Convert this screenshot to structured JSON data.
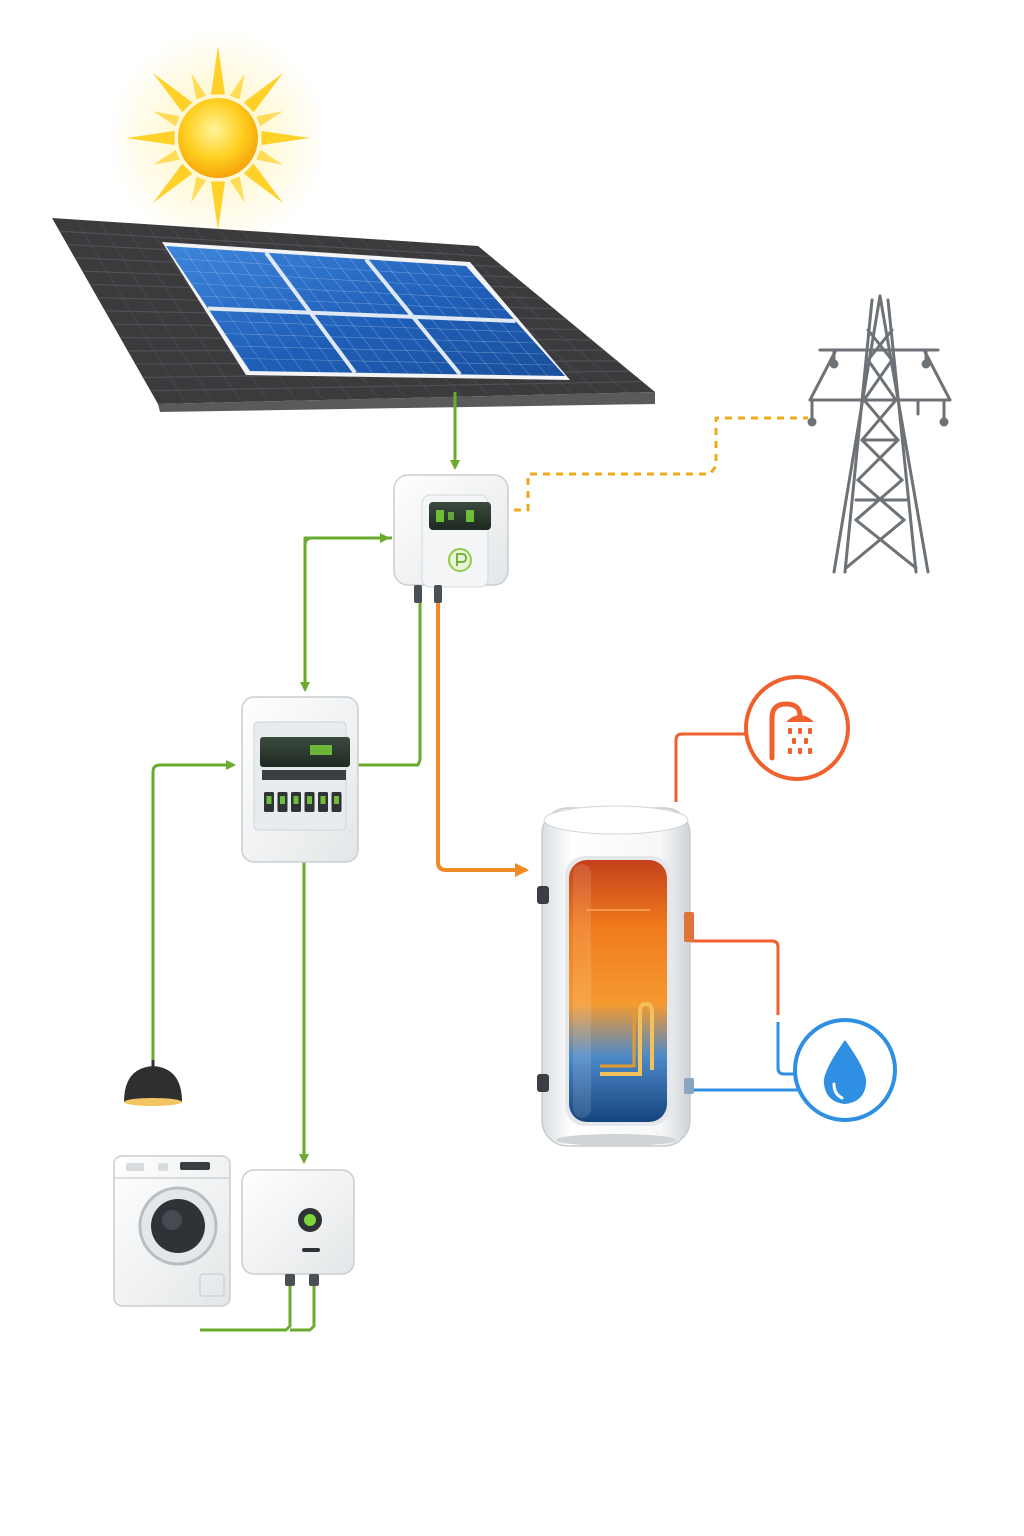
{
  "diagram": {
    "nodes": [
      {
        "id": "sun",
        "icon": "sun-icon"
      },
      {
        "id": "solar-roof",
        "icon": "solar-panel-icon"
      },
      {
        "id": "power-grid",
        "icon": "transmission-tower-icon"
      },
      {
        "id": "solar-controller",
        "icon": "controller-icon"
      },
      {
        "id": "distribution-board",
        "icon": "breaker-panel-icon"
      },
      {
        "id": "ceiling-lamp",
        "icon": "lamp-icon"
      },
      {
        "id": "washing-machine",
        "icon": "washing-machine-icon"
      },
      {
        "id": "smart-plug",
        "icon": "smart-plug-icon"
      },
      {
        "id": "water-heater",
        "icon": "water-tank-icon"
      },
      {
        "id": "hot-shower",
        "icon": "shower-icon"
      },
      {
        "id": "cold-water",
        "icon": "water-drop-icon"
      }
    ],
    "edges": [
      {
        "from": "solar-roof",
        "to": "solar-controller",
        "kind": "solar-power"
      },
      {
        "from": "solar-controller",
        "to": "power-grid",
        "kind": "grid-link",
        "style": "dashed"
      },
      {
        "from": "solar-controller",
        "to": "distribution-board",
        "kind": "household-power"
      },
      {
        "from": "distribution-board",
        "to": "solar-controller",
        "kind": "household-power"
      },
      {
        "from": "solar-controller",
        "to": "water-heater",
        "kind": "heater-power"
      },
      {
        "from": "distribution-board",
        "to": "ceiling-lamp",
        "kind": "household-power"
      },
      {
        "from": "distribution-board",
        "to": "smart-plug",
        "kind": "household-power"
      },
      {
        "from": "smart-plug",
        "to": "washing-machine",
        "kind": "household-power"
      },
      {
        "from": "water-heater",
        "to": "hot-shower",
        "kind": "hot-water"
      },
      {
        "from": "cold-water",
        "to": "water-heater",
        "kind": "cold-water"
      }
    ]
  },
  "colors": {
    "solar_power": "#6aaa2e",
    "grid_link": "#f0a81c",
    "heater_power": "#ef8a26",
    "hot_water": "#f0612e",
    "cold_water": "#2f8fe2",
    "panel_blue": "#1f5fb8",
    "sun": "#ffc81a",
    "display_green": "#7cd63a"
  }
}
